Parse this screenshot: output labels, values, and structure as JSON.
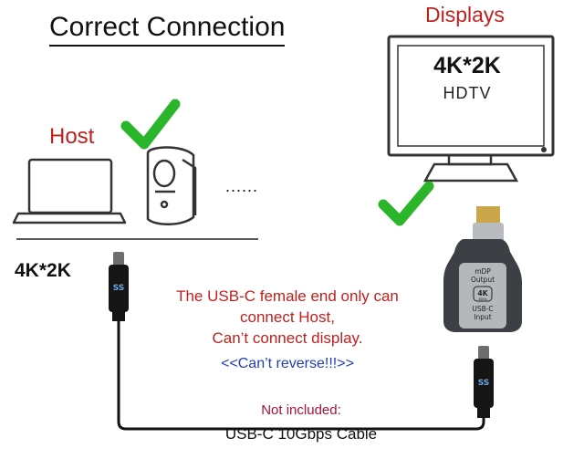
{
  "title": "Correct Connection",
  "host_label": "Host",
  "displays_label": "Displays",
  "hdtv": {
    "resolution": "4K*2K",
    "label": "HDTV"
  },
  "more_devices": "......",
  "cable_resolution": "4K*2K",
  "adapter": {
    "top_label_1": "mDP",
    "top_label_2": "Output",
    "badge_1": "4K",
    "badge_2": "60Hz",
    "bottom_label_1": "USB-C",
    "bottom_label_2": "Input"
  },
  "warning": {
    "line1": "The USB-C female end only can",
    "line2": "connect Host,",
    "line3": "Can’t connect display.",
    "line4": "<<Can’t reverse!!!>>"
  },
  "note": {
    "line1": "Not included:",
    "line2": "USB-C 10Gbps Cable"
  },
  "colors": {
    "check": "#2bb52b",
    "warning_red": "#c0201e",
    "warning_blue": "#1f3fb4",
    "note_red": "#a5123d"
  }
}
